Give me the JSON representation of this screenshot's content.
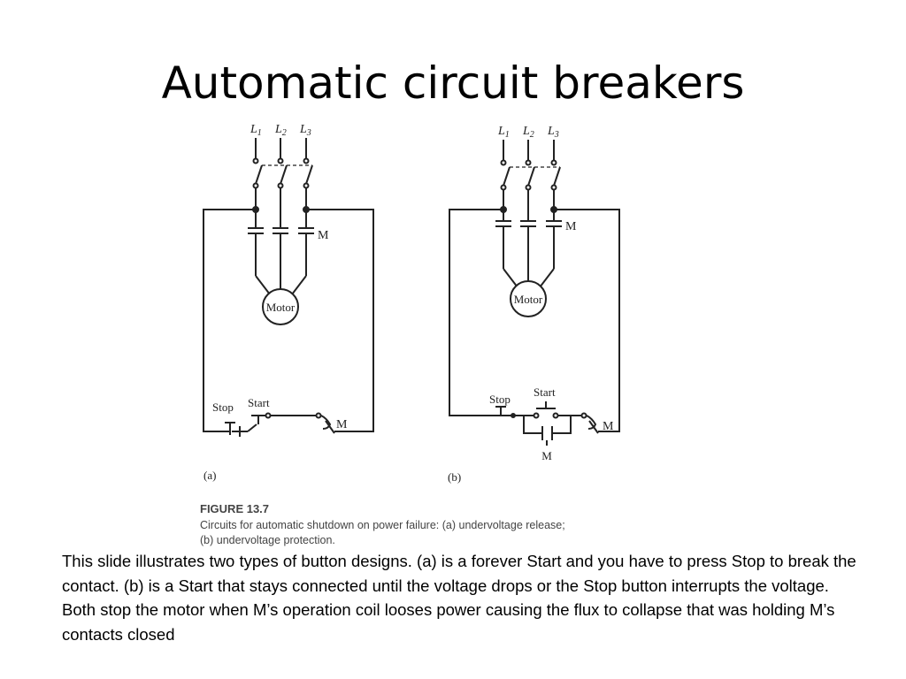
{
  "slide": {
    "title": "Automatic circuit breakers",
    "caption": "This slide illustrates two types of button designs.  (a) is a forever Start and you have to press Stop to break the contact.  (b) is a Start that stays connected until the voltage drops or the Stop button interrupts the voltage.  Both stop the motor when M’s operation coil looses power causing the flux to collapse that was holding M’s contacts closed"
  },
  "figure": {
    "label": "FIGURE 13.7",
    "caption_line1": "Circuits for automatic shutdown on power failure: (a) undervoltage release;",
    "caption_line2": "(b) undervoltage protection.",
    "diagram_a": {
      "panel_label": "(a)",
      "line_labels": [
        "L",
        "L",
        "L"
      ],
      "line_subscripts": [
        "1",
        "2",
        "3"
      ],
      "contactor_label": "M",
      "motor_label": "Motor",
      "stop_label": "Stop",
      "start_label": "Start",
      "coil_label": "M"
    },
    "diagram_b": {
      "panel_label": "(b)",
      "line_labels": [
        "L",
        "L",
        "L"
      ],
      "line_subscripts": [
        "1",
        "2",
        "3"
      ],
      "contactor_label": "M",
      "motor_label": "Motor",
      "stop_label": "Stop",
      "start_label": "Start",
      "coil_label": "M",
      "holding_contact_label": "M"
    }
  }
}
